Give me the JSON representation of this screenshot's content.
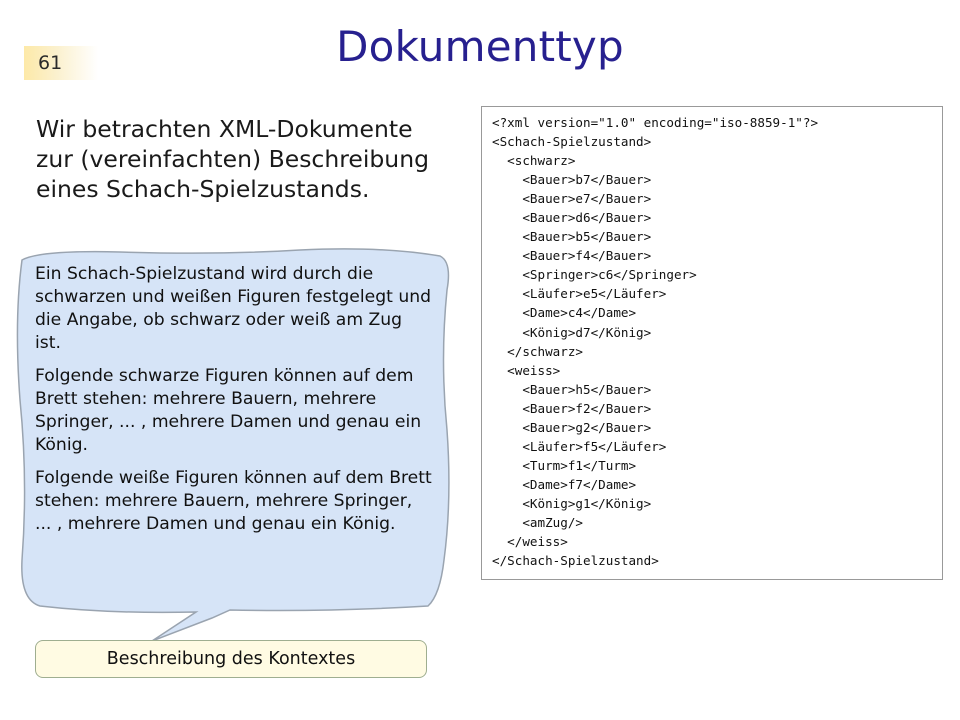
{
  "header": {
    "page_number": "61",
    "title": "Dokumenttyp"
  },
  "intro": {
    "text": "Wir betrachten XML-Dokumente zur (vereinfachten) Beschreibung eines Schach-Spielzustands."
  },
  "bubble": {
    "paragraphs": [
      "Ein Schach-Spielzustand wird durch die schwarzen und weißen Figuren festgelegt und die Angabe, ob schwarz oder weiß am Zug ist.",
      "Folgende schwarze Figuren können auf dem Brett stehen: mehrere Bauern, mehrere Springer, ... , mehrere Damen und genau ein König.",
      "Folgende weiße Figuren können auf dem Brett stehen: mehrere Bauern, mehrere Springer, ... , mehrere Damen und genau ein König."
    ],
    "caption": "Beschreibung des Kontextes",
    "fill_color": "#d6e4f7"
  },
  "code": {
    "lines": [
      "<?xml version=\"1.0\" encoding=\"iso-8859-1\"?>",
      "<Schach-Spielzustand>",
      "  <schwarz>",
      "    <Bauer>b7</Bauer>",
      "    <Bauer>e7</Bauer>",
      "    <Bauer>d6</Bauer>",
      "    <Bauer>b5</Bauer>",
      "    <Bauer>f4</Bauer>",
      "    <Springer>c6</Springer>",
      "    <Läufer>e5</Läufer>",
      "    <Dame>c4</Dame>",
      "    <König>d7</König>",
      "  </schwarz>",
      "  <weiss>",
      "    <Bauer>h5</Bauer>",
      "    <Bauer>f2</Bauer>",
      "    <Bauer>g2</Bauer>",
      "    <Läufer>f5</Läufer>",
      "    <Turm>f1</Turm>",
      "    <Dame>f7</Dame>",
      "    <König>g1</König>",
      "    <amZug/>",
      "  </weiss>",
      "</Schach-Spielzustand>"
    ]
  },
  "colors": {
    "title": "#27208f",
    "page_number_bg": "#fde9a8",
    "caption_bg": "#fffbe3"
  }
}
